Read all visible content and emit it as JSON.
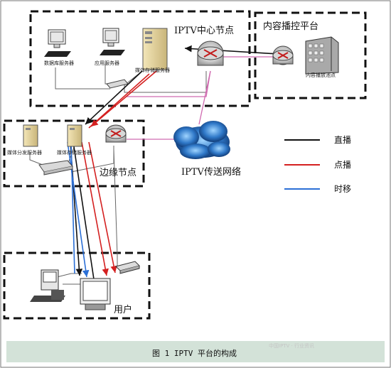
{
  "labels": {
    "center_node": "IPTV中心节点",
    "content_platform": "内容播控平台",
    "content_source": "内容播放池点",
    "db_server": "数据库服务器",
    "app_server": "应用服务器",
    "media_storage": "媒体存储服务器",
    "media_dist_server": "媒体分发服务器",
    "media_storage_edge": "媒体存储服务器",
    "edge_node": "边缘节点",
    "network": "IPTV传送网络",
    "user": "用户"
  },
  "legend": [
    {
      "label": "直播",
      "color": "#111111"
    },
    {
      "label": "点播",
      "color": "#d42020"
    },
    {
      "label": "时移",
      "color": "#2b6fd6"
    }
  ],
  "colors": {
    "link_pink": "#d06ab0",
    "box_border": "#111111",
    "caption_bg": "#d3e2d8"
  },
  "caption": "图 1 IPTV 平台的构成",
  "watermark": "中国IPTV · 行业资讯"
}
